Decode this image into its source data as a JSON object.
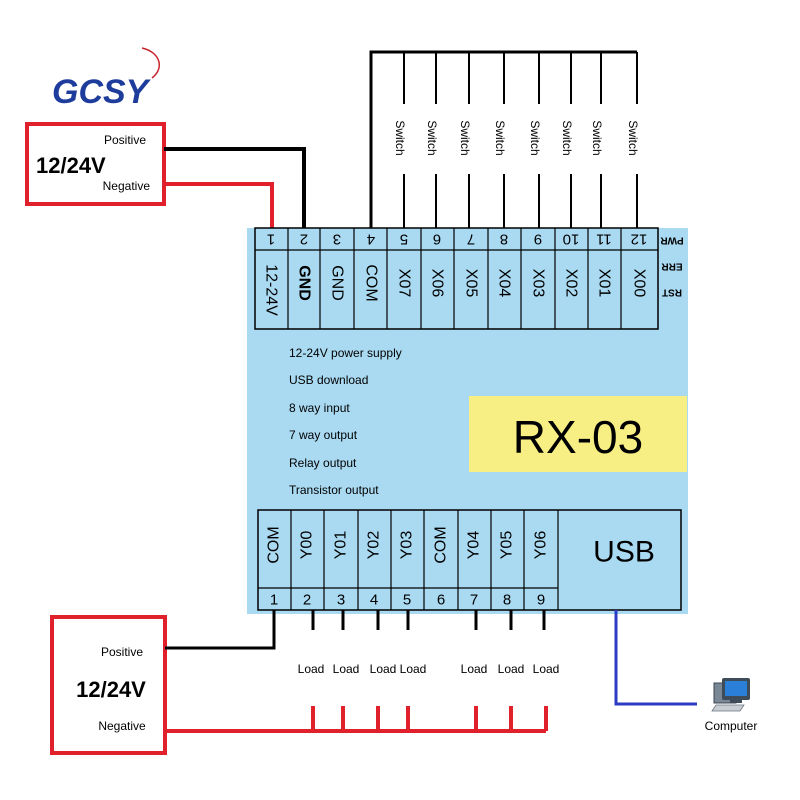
{
  "logo": {
    "text": "GCSY"
  },
  "supply_top": {
    "positive": "Positive",
    "voltage": "12/24V",
    "negative": "Negative"
  },
  "supply_bottom": {
    "positive": "Positive",
    "voltage": "12/24V",
    "negative": "Negative"
  },
  "top_terminals": [
    {
      "num": "1",
      "label": "12-24V"
    },
    {
      "num": "2",
      "label": "GND"
    },
    {
      "num": "3",
      "label": "GND"
    },
    {
      "num": "4",
      "label": "COM"
    },
    {
      "num": "5",
      "label": "X07"
    },
    {
      "num": "6",
      "label": "X06"
    },
    {
      "num": "7",
      "label": "X05"
    },
    {
      "num": "8",
      "label": "X04"
    },
    {
      "num": "9",
      "label": "X03"
    },
    {
      "num": "10",
      "label": "X02"
    },
    {
      "num": "11",
      "label": "X01"
    },
    {
      "num": "12",
      "label": "X00"
    }
  ],
  "switches": [
    "Switch",
    "Switch",
    "Switch",
    "Switch",
    "Switch",
    "Switch",
    "Switch",
    "Switch"
  ],
  "indicators": [
    "PWR",
    "ERR",
    "RST"
  ],
  "features": [
    "12-24V power supply",
    "USB download",
    "8 way input",
    "7 way output",
    "Relay output",
    "Transistor output"
  ],
  "model": "RX-03",
  "bottom_terminals": [
    {
      "num": "1",
      "label": "COM"
    },
    {
      "num": "2",
      "label": "Y00"
    },
    {
      "num": "3",
      "label": "Y01"
    },
    {
      "num": "4",
      "label": "Y02"
    },
    {
      "num": "5",
      "label": "Y03"
    },
    {
      "num": "6",
      "label": "COM"
    },
    {
      "num": "7",
      "label": "Y04"
    },
    {
      "num": "8",
      "label": "Y05"
    },
    {
      "num": "9",
      "label": "Y06"
    }
  ],
  "usb_label": "USB",
  "loads": [
    "Load",
    "Load",
    "Load",
    "Load",
    "Load",
    "Load",
    "Load"
  ],
  "computer_label": "Computer",
  "colors": {
    "board": "#a9daf2",
    "model_bg": "#f7ee84",
    "red": "#e0212b",
    "black": "#000000",
    "blue": "#2b3cc2",
    "logo": "#1d3c9c"
  }
}
